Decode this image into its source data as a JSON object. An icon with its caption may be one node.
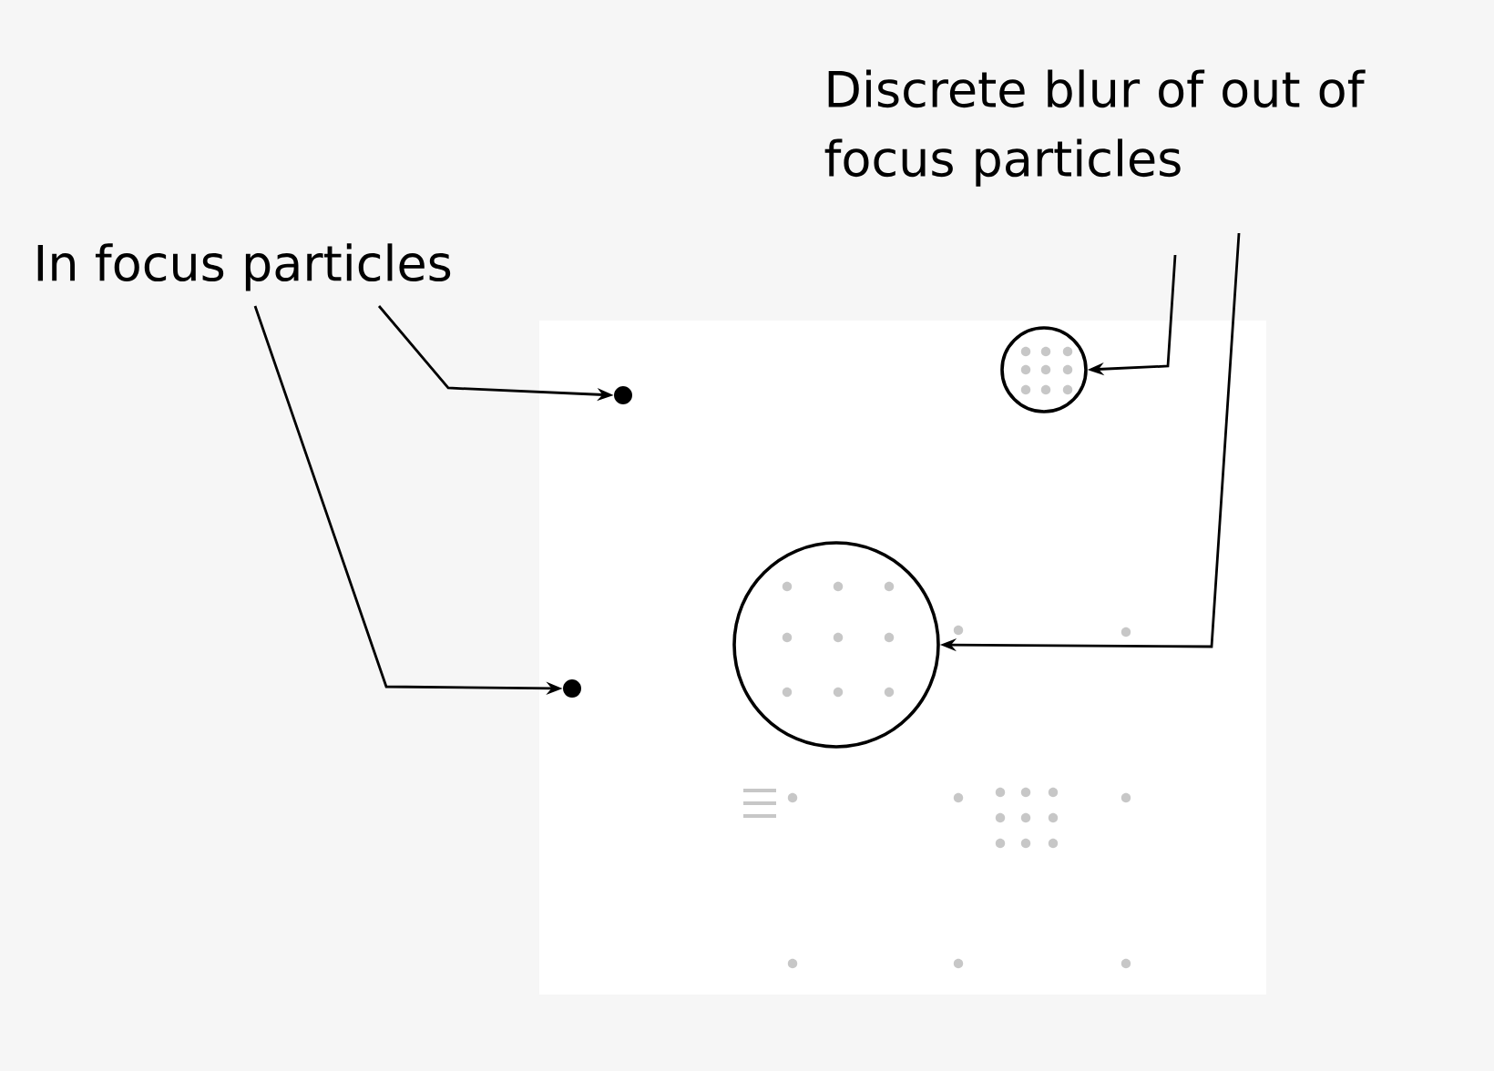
{
  "diagram": {
    "nodes": [
      {
        "text": [
          "In focus particles"
        ]
      },
      {
        "text": [
          "Discrete blur of out of focus particles"
        ]
      },
      {
        "text": [],
        "shape": "circle"
      },
      {
        "text": [],
        "shape": "circle"
      },
      {
        "text": [],
        "shape": "circle"
      },
      {
        "text": [],
        "shape": "circle"
      }
    ],
    "edges": [
      {
        "from": 0,
        "to": 2,
        "arrow": "to"
      },
      {
        "from": 0,
        "to": 3,
        "arrow": "to"
      },
      {
        "from": 1,
        "to": 4,
        "arrow": "to"
      },
      {
        "from": 1,
        "to": 5,
        "arrow": "to"
      }
    ]
  }
}
